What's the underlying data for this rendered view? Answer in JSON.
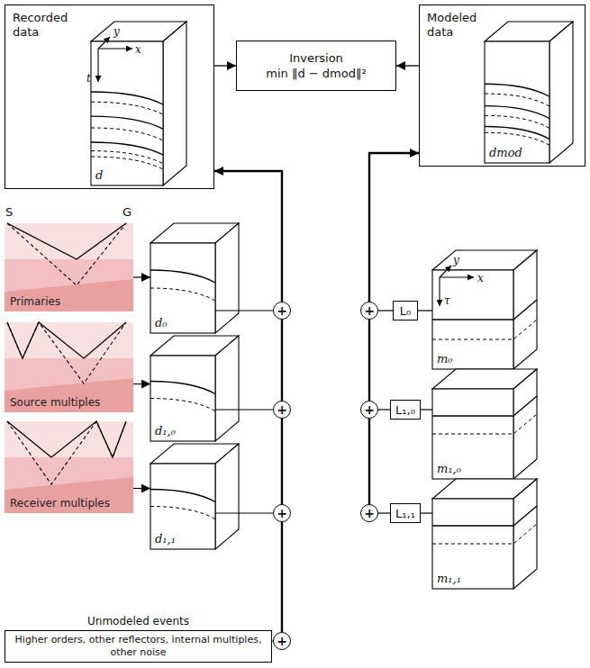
{
  "diagram": {
    "nodes": [
      {
        "text": [
          "Recorded data"
        ]
      },
      {
        "text": [
          "d"
        ],
        "in": 0
      },
      {
        "text": [
          "Inversion",
          "min ‖d − dmod‖²"
        ]
      },
      {
        "text": [
          "Modeled data"
        ]
      },
      {
        "text": [
          "dmod"
        ],
        "in": 3
      },
      {
        "text": [
          "Primaries"
        ]
      },
      {
        "text": [
          "d₀"
        ]
      },
      {
        "text": [
          "m₀"
        ]
      },
      {
        "text": [
          "L₀"
        ]
      },
      {
        "text": [
          "Source multiples"
        ]
      },
      {
        "text": [
          "d₁,₀"
        ]
      },
      {
        "text": [
          "m₁,₀"
        ]
      },
      {
        "text": [
          "L₁,₀"
        ]
      },
      {
        "text": [
          "Receiver multiples"
        ]
      },
      {
        "text": [
          "d₁,₁"
        ]
      },
      {
        "text": [
          "m₁,₁"
        ]
      },
      {
        "text": [
          "L₁,₁"
        ]
      },
      {
        "text": [
          "Unmodeled events",
          "Higher orders, other reflectors, internal multiples, other noise"
        ]
      },
      {
        "text": [
          "+"
        ]
      },
      {
        "text": [
          "+"
        ]
      },
      {
        "text": [
          "+"
        ]
      },
      {
        "text": [
          "+"
        ]
      },
      {
        "text": [
          "+"
        ]
      },
      {
        "text": [
          "+"
        ]
      },
      {
        "text": [
          "+"
        ]
      }
    ],
    "edges": [
      {
        "from": 0,
        "to": 2,
        "arrow": "to"
      },
      {
        "from": 3,
        "to": 2,
        "arrow": "to"
      },
      {
        "from": 5,
        "to": 6,
        "arrow": "to"
      },
      {
        "from": 6,
        "to": 18,
        "arrow": "none"
      },
      {
        "from": 7,
        "to": 8,
        "arrow": "none"
      },
      {
        "from": 8,
        "to": 19,
        "arrow": "none"
      },
      {
        "from": 9,
        "to": 10,
        "arrow": "to"
      },
      {
        "from": 10,
        "to": 20,
        "arrow": "none"
      },
      {
        "from": 11,
        "to": 12,
        "arrow": "none"
      },
      {
        "from": 12,
        "to": 21,
        "arrow": "none"
      },
      {
        "from": 13,
        "to": 14,
        "arrow": "to"
      },
      {
        "from": 14,
        "to": 22,
        "arrow": "none"
      },
      {
        "from": 15,
        "to": 16,
        "arrow": "none"
      },
      {
        "from": 16,
        "to": 23,
        "arrow": "none"
      },
      {
        "from": 17,
        "to": 24,
        "arrow": "none"
      },
      {
        "from": 24,
        "to": 22,
        "arrow": "none"
      },
      {
        "from": 22,
        "to": 20,
        "arrow": "none"
      },
      {
        "from": 20,
        "to": 18,
        "arrow": "none"
      },
      {
        "from": 18,
        "to": 0,
        "arrow": "to"
      },
      {
        "from": 23,
        "to": 21,
        "arrow": "none"
      },
      {
        "from": 21,
        "to": 19,
        "arrow": "none"
      },
      {
        "from": 19,
        "to": 3,
        "arrow": "to"
      }
    ],
    "labels": [
      "y",
      "x",
      "t",
      "y",
      "x",
      "τ",
      "S",
      "G"
    ]
  }
}
